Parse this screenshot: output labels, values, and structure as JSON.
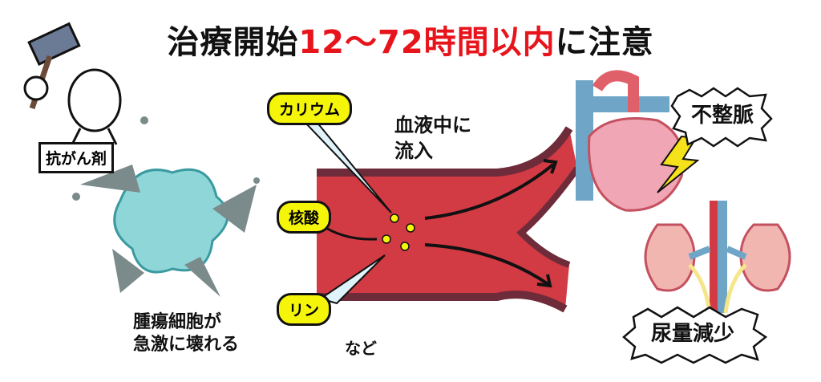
{
  "title": {
    "part1": "治療開始",
    "highlight": "12〜72時間以内",
    "part2": "に注意"
  },
  "drug_label": "抗がん剤",
  "tumor_caption": [
    "腫瘍細胞が",
    "急激に壊れる"
  ],
  "substances": [
    "カリウム",
    "核酸",
    "リン"
  ],
  "etc_label": "など",
  "flow_caption": [
    "血液中に",
    "流入"
  ],
  "effects": [
    "不整脈",
    "尿量減少"
  ],
  "colors": {
    "highlight": "#e8141c",
    "pill": "#f5f50a",
    "vessel": "#c8323c",
    "cell": "#8fd6d8"
  }
}
